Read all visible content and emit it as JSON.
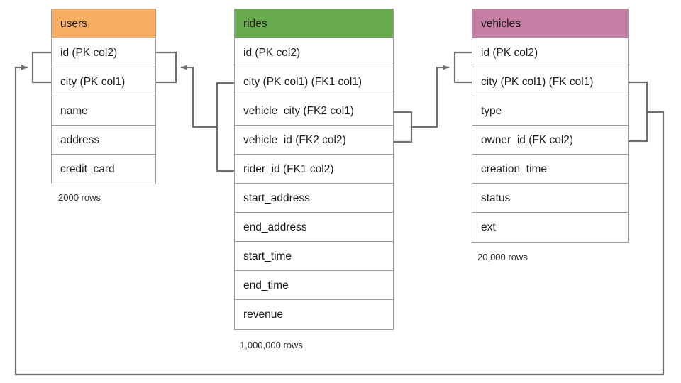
{
  "diagram": {
    "title": "ride-sharing schema entity relationship diagram",
    "colors": {
      "users_header": "#F5AE63",
      "rides_header": "#67AA4C",
      "vehicles_header": "#C57DA3",
      "border": "#9a9a9a",
      "connector": "#6f6f6f",
      "background": "#ffffff",
      "text": "#1a1a1a"
    }
  },
  "tables": [
    {
      "id": "users",
      "name": "users",
      "header_color": "#F5AE63",
      "row_count_label": "2000 rows",
      "columns": [
        {
          "label": "id (PK col2)"
        },
        {
          "label": "city (PK col1)"
        },
        {
          "label": "name"
        },
        {
          "label": "address"
        },
        {
          "label": "credit_card"
        }
      ]
    },
    {
      "id": "rides",
      "name": "rides",
      "header_color": "#67AA4C",
      "row_count_label": "1,000,000 rows",
      "columns": [
        {
          "label": "id (PK col2)"
        },
        {
          "label": "city (PK col1) (FK1 col1)"
        },
        {
          "label": "vehicle_city (FK2 col1)"
        },
        {
          "label": "vehicle_id (FK2 col2)"
        },
        {
          "label": "rider_id (FK1 col2)"
        },
        {
          "label": "start_address"
        },
        {
          "label": "end_address"
        },
        {
          "label": "start_time"
        },
        {
          "label": "end_time"
        },
        {
          "label": "revenue"
        }
      ]
    },
    {
      "id": "vehicles",
      "name": "vehicles",
      "header_color": "#C57DA3",
      "row_count_label": "20,000 rows",
      "columns": [
        {
          "label": "id (PK col2)"
        },
        {
          "label": "city (PK col1) (FK col1)"
        },
        {
          "label": "type"
        },
        {
          "label": "owner_id (FK col2)"
        },
        {
          "label": "creation_time"
        },
        {
          "label": "status"
        },
        {
          "label": "ext"
        }
      ]
    }
  ],
  "relationships": [
    {
      "id": "rides-fk1-users",
      "from_table": "rides",
      "from_columns": [
        "city (PK col1) (FK1 col1)",
        "rider_id (FK1 col2)"
      ],
      "to_table": "users",
      "to_columns": [
        "id (PK col2)",
        "city (PK col1)"
      ],
      "arrow": "to-users"
    },
    {
      "id": "rides-fk2-vehicles",
      "from_table": "rides",
      "from_columns": [
        "vehicle_city (FK2 col1)",
        "vehicle_id (FK2 col2)"
      ],
      "to_table": "vehicles",
      "to_columns": [
        "id (PK col2)",
        "city (PK col1) (FK col1)"
      ],
      "arrow": "to-vehicles"
    },
    {
      "id": "vehicles-fk-users",
      "from_table": "vehicles",
      "from_columns": [
        "city (PK col1) (FK col1)",
        "owner_id (FK col2)"
      ],
      "to_table": "users",
      "to_columns": [
        "id (PK col2)",
        "city (PK col1)"
      ],
      "arrow": "to-users"
    }
  ]
}
